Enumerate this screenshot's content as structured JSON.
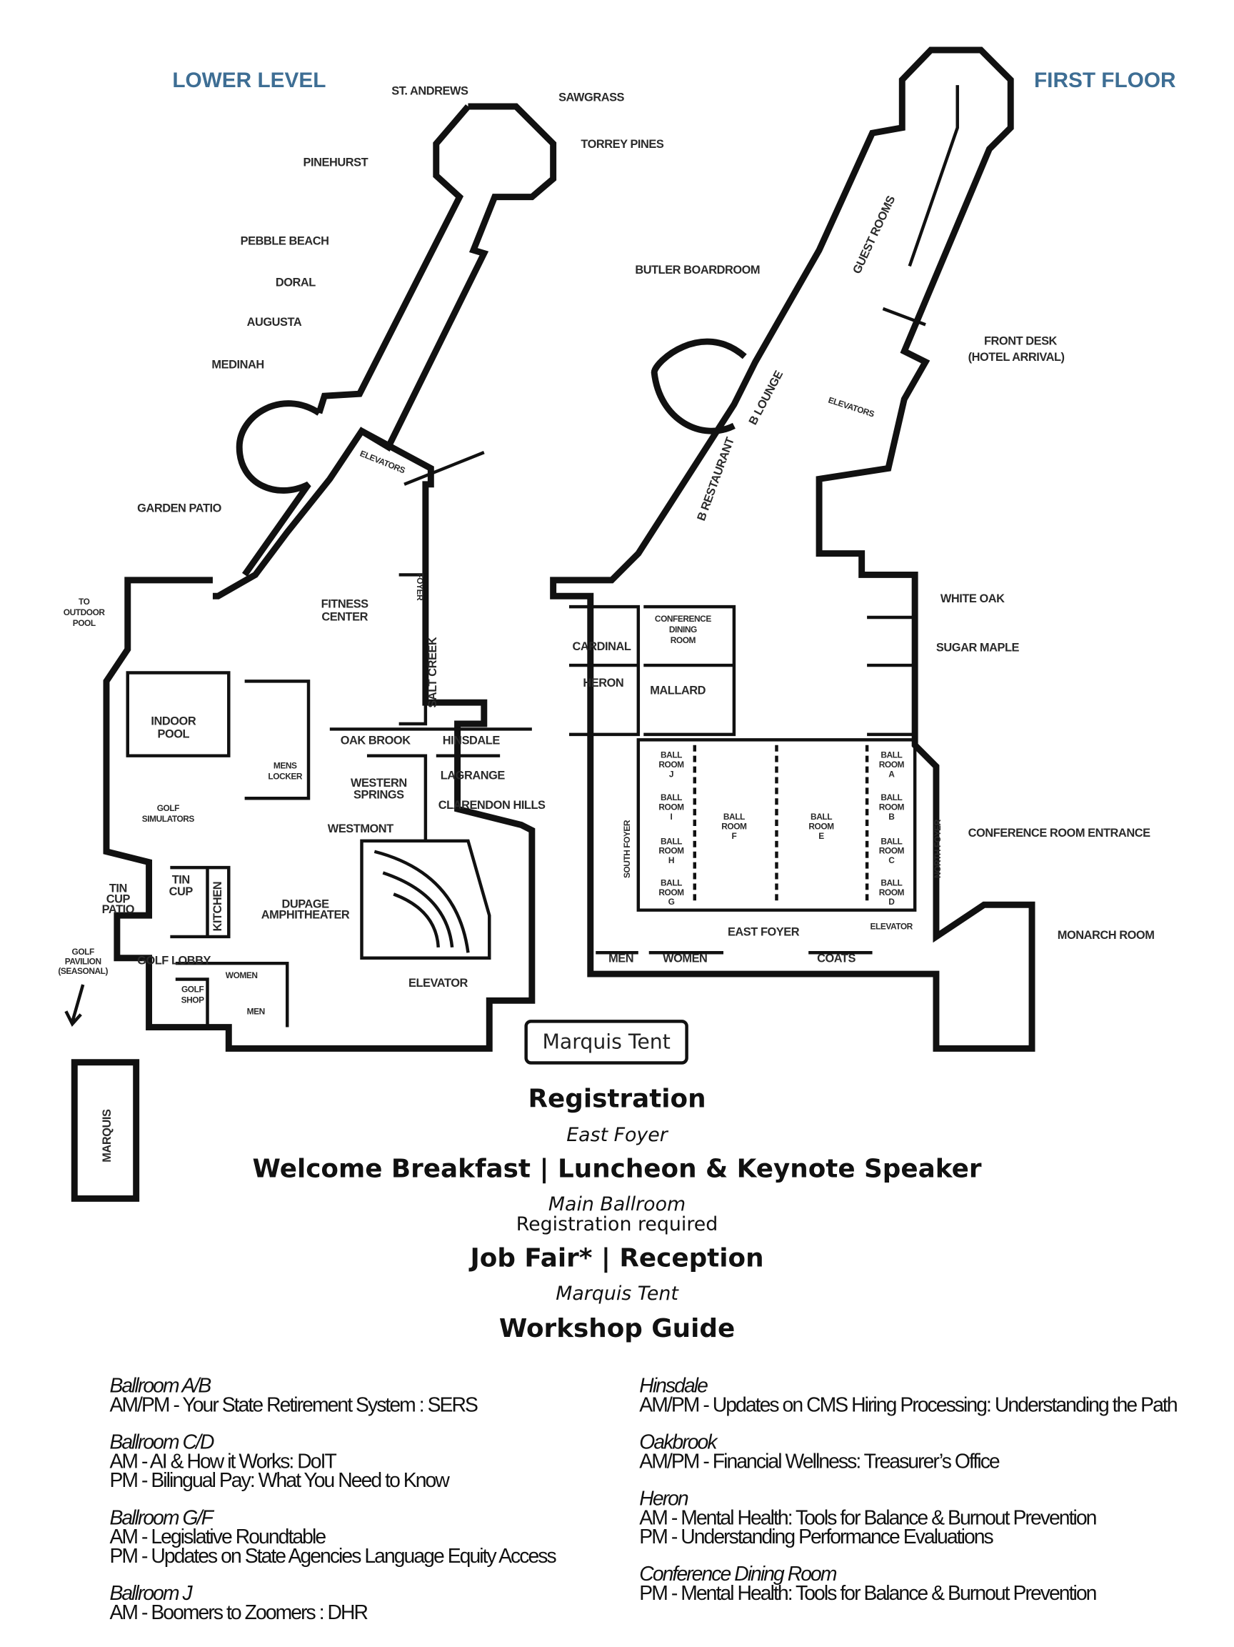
{
  "map": {
    "lower_level": {
      "title": "LOWER LEVEL",
      "rooms": {
        "st_andrews": "ST. ANDREWS",
        "sawgrass": "SAWGRASS",
        "torrey_pines": "TORREY PINES",
        "pinehurst": "PINEHURST",
        "pebble_beach": "PEBBLE BEACH",
        "doral": "DORAL",
        "augusta": "AUGUSTA",
        "medinah": "MEDINAH",
        "garden_patio": "GARDEN PATIO",
        "elevators": "ELEVATORS",
        "to_outdoor_pool": [
          "TO",
          "OUTDOOR",
          "POOL"
        ],
        "fitness_center": [
          "FITNESS",
          "CENTER"
        ],
        "indoor_pool": [
          "INDOOR",
          "POOL"
        ],
        "foyer": "FOYER",
        "salt_creek": "SALT CREEK",
        "mens_locker": [
          "MENS",
          "LOCKER"
        ],
        "golf_simulators": [
          "GOLF",
          "SIMULATORS"
        ],
        "oak_brook": "OAK BROOK",
        "hinsdale": "HINSDALE",
        "lagrange": "LAGRANGE",
        "western_springs": [
          "WESTERN",
          "SPRINGS"
        ],
        "clarendon_hills": "CLARENDON HILLS",
        "westmont": "WESTMONT",
        "tin_cup_patio": [
          "TIN",
          "CUP",
          "PATIO"
        ],
        "tin_cup": [
          "TIN",
          "CUP"
        ],
        "kitchen": "KITCHEN",
        "dupage_amphitheater": [
          "DUPAGE",
          "AMPHITHEATER"
        ],
        "golf_pavilion": [
          "GOLF",
          "PAVILION",
          "(SEASONAL)"
        ],
        "golf_lobby": "GOLF LOBBY",
        "women": "WOMEN",
        "golf_shop": [
          "GOLF",
          "SHOP"
        ],
        "men": "MEN",
        "elevator": "ELEVATOR",
        "marquis": "MARQUIS"
      }
    },
    "first_floor": {
      "title": "FIRST FLOOR",
      "rooms": {
        "guest_rooms": "GUEST ROOMS",
        "butler_boardroom": "BUTLER BOARDROOM",
        "front_desk": [
          "FRONT DESK",
          "(HOTEL ARRIVAL)"
        ],
        "b_lounge": "B LOUNGE",
        "elevators": "ELEVATORS",
        "b_restaurant": "B RESTAURANT",
        "white_oak": "WHITE OAK",
        "sugar_maple": "SUGAR MAPLE",
        "conference_dining": [
          "CONFERENCE",
          "DINING",
          "ROOM"
        ],
        "cardinal": "CARDINAL",
        "heron": "HERON",
        "mallard": "MALLARD",
        "ballroom_j": [
          "BALL",
          "ROOM",
          "J"
        ],
        "ballroom_i": [
          "BALL",
          "ROOM",
          "I"
        ],
        "ballroom_h": [
          "BALL",
          "ROOM",
          "H"
        ],
        "ballroom_g": [
          "BALL",
          "ROOM",
          "G"
        ],
        "ballroom_f": [
          "BALL",
          "ROOM",
          "F"
        ],
        "ballroom_e": [
          "BALL",
          "ROOM",
          "E"
        ],
        "ballroom_a": [
          "BALL",
          "ROOM",
          "A"
        ],
        "ballroom_b": [
          "BALL",
          "ROOM",
          "B"
        ],
        "ballroom_c": [
          "BALL",
          "ROOM",
          "C"
        ],
        "ballroom_d": [
          "BALL",
          "ROOM",
          "D"
        ],
        "south_foyer": "SOUTH FOYER",
        "north_foyer": "NORTH FOYER",
        "conference_room_entrance": "CONFERENCE ROOM ENTRANCE",
        "east_foyer": "EAST FOYER",
        "elevator": "ELEVATOR",
        "monarch_room": "MONARCH ROOM",
        "men": "MEN",
        "women": "WOMEN",
        "coats": "COATS"
      }
    },
    "marquis_tent": "Marquis Tent",
    "title_color": "#3e6e94"
  },
  "events": [
    {
      "title": "Registration",
      "location": "East Foyer"
    },
    {
      "title": "Welcome Breakfast | Luncheon & Keynote Speaker",
      "location": "Main Ballroom",
      "note": "Registration required"
    },
    {
      "title": "Job Fair* | Reception",
      "location": "Marquis Tent"
    }
  ],
  "workshop_guide": {
    "title": "Workshop Guide",
    "left": [
      {
        "room": "Ballroom A/B",
        "sessions": [
          "AM/PM - Your State Retirement System : SERS"
        ]
      },
      {
        "room": "Ballroom C/D",
        "sessions": [
          "AM - AI & How it Works: DoIT",
          "PM - Bilingual Pay: What You Need to Know"
        ]
      },
      {
        "room": "Ballroom G/F",
        "sessions": [
          "AM - Legislative Roundtable",
          "PM - Updates on State Agencies Language Equity Access"
        ]
      },
      {
        "room": "Ballroom J",
        "sessions": [
          "AM - Boomers to Zoomers : DHR"
        ]
      }
    ],
    "right": [
      {
        "room": "Hinsdale",
        "sessions": [
          "AM/PM - Updates on CMS Hiring Processing: Understanding the Path"
        ]
      },
      {
        "room": "Oakbrook",
        "sessions": [
          "AM/PM - Financial Wellness: Treasurer’s Office"
        ]
      },
      {
        "room": "Heron",
        "sessions": [
          "AM - Mental Health: Tools for Balance & Burnout Prevention",
          "PM - Understanding Performance Evaluations"
        ]
      },
      {
        "room": "Conference Dining Room",
        "sessions": [
          "PM - Mental Health: Tools for Balance & Burnout Prevention"
        ]
      }
    ]
  }
}
